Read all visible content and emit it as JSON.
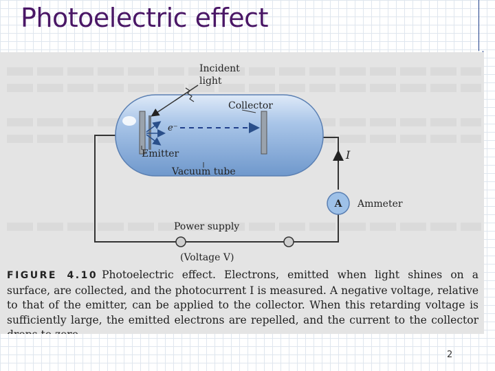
{
  "slide": {
    "title": "Photoelectric effect",
    "page_number": "2"
  },
  "diagram": {
    "incident_light_1": "Incident",
    "incident_light_2": "light",
    "collector": "Collector",
    "electron": "e⁻",
    "emitter": "Emitter",
    "vacuum_tube": "Vacuum tube",
    "current": "I",
    "ammeter_symbol": "A",
    "ammeter": "Ammeter",
    "power_supply": "Power supply",
    "voltage": "(Voltage V)"
  },
  "caption": {
    "label": "FIGURE 4.10",
    "text": "Photoelectric effect. Electrons, emitted when light shines on a surface, are collected, and the photocurrent I is measured. A negative voltage, relative to that of the emitter, can be applied to the collector. When this retarding voltage is sufficiently large, the emitted electrons are repelled, and the current to the collector drops to zero."
  }
}
